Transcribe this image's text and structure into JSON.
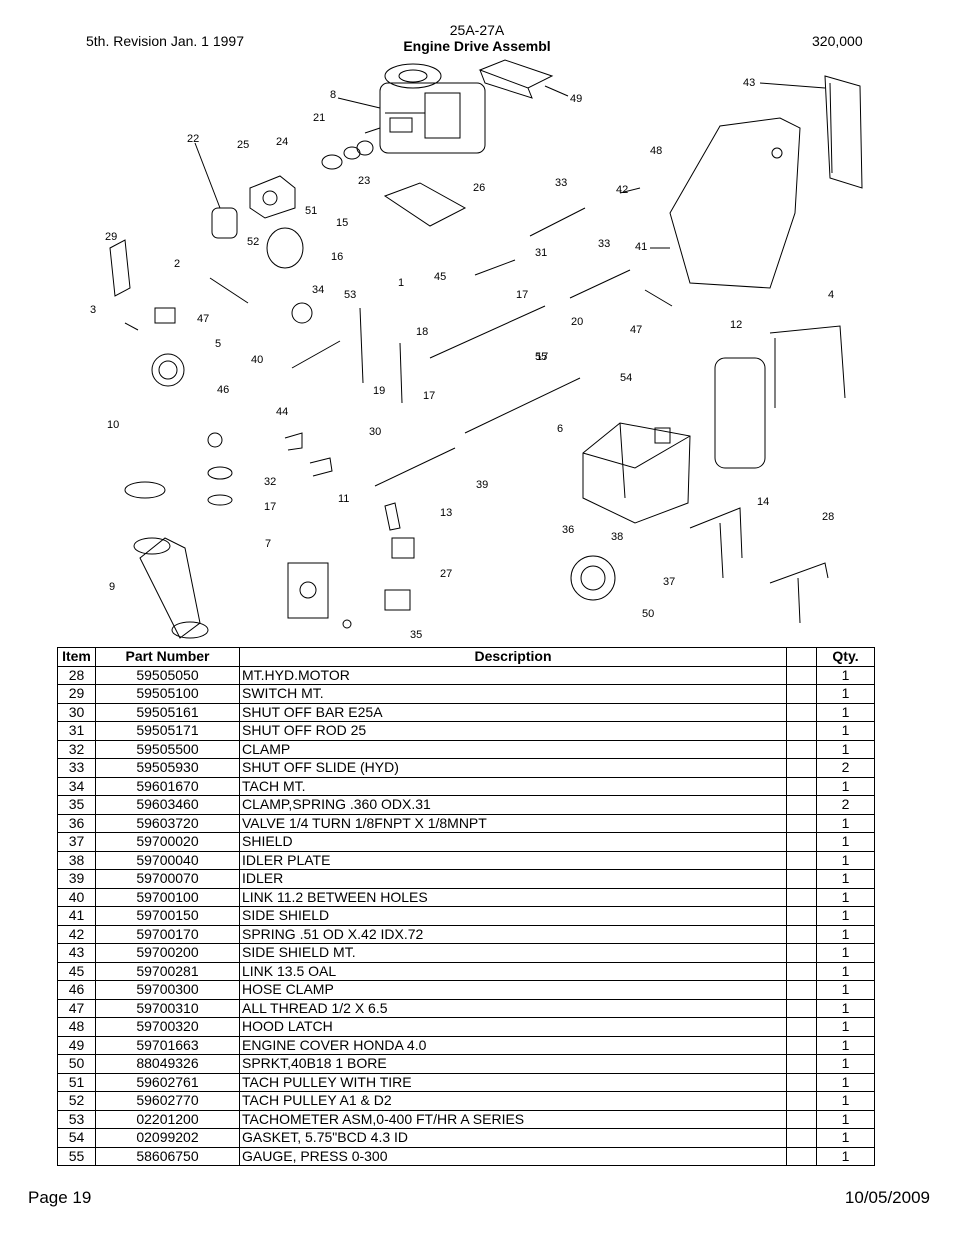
{
  "header": {
    "revision": "5th. Revision Jan. 1 1997",
    "model": "25A-27A",
    "title": "Engine Drive Assembl",
    "serial": "320,000"
  },
  "diagram_labels": [
    "8",
    "49",
    "43",
    "21",
    "22",
    "25",
    "24",
    "23",
    "26",
    "33",
    "48",
    "42",
    "51",
    "15",
    "16",
    "29",
    "52",
    "2",
    "45",
    "17",
    "31",
    "33",
    "41",
    "1",
    "34",
    "53",
    "3",
    "47",
    "4",
    "5",
    "18",
    "20",
    "47",
    "12",
    "40",
    "19",
    "17",
    "17",
    "55",
    "46",
    "44",
    "30",
    "6",
    "54",
    "10",
    "32",
    "11",
    "17",
    "39",
    "13",
    "14",
    "28",
    "7",
    "36",
    "38",
    "27",
    "9",
    "37",
    "35",
    "50"
  ],
  "table": {
    "headers": {
      "item": "Item",
      "part": "Part Number",
      "description": "Description",
      "blank": "",
      "qty": "Qty."
    },
    "rows": [
      {
        "item": "28",
        "part": "59505050",
        "description": "MT.HYD.MOTOR",
        "qty": "1"
      },
      {
        "item": "29",
        "part": "59505100",
        "description": "SWITCH MT.",
        "qty": "1"
      },
      {
        "item": "30",
        "part": "59505161",
        "description": "SHUT OFF BAR E25A",
        "qty": "1"
      },
      {
        "item": "31",
        "part": "59505171",
        "description": "SHUT OFF ROD 25",
        "qty": "1"
      },
      {
        "item": "32",
        "part": "59505500",
        "description": "CLAMP",
        "qty": "1"
      },
      {
        "item": "33",
        "part": "59505930",
        "description": "SHUT OFF SLIDE (HYD)",
        "qty": "2"
      },
      {
        "item": "34",
        "part": "59601670",
        "description": "TACH MT.",
        "qty": "1"
      },
      {
        "item": "35",
        "part": "59603460",
        "description": "CLAMP,SPRING .360 ODX.31",
        "qty": "2"
      },
      {
        "item": "36",
        "part": "59603720",
        "description": "VALVE 1/4 TURN 1/8FNPT X 1/8MNPT",
        "qty": "1"
      },
      {
        "item": "37",
        "part": "59700020",
        "description": "SHIELD",
        "qty": "1"
      },
      {
        "item": "38",
        "part": "59700040",
        "description": "IDLER PLATE",
        "qty": "1"
      },
      {
        "item": "39",
        "part": "59700070",
        "description": "IDLER",
        "qty": "1"
      },
      {
        "item": "40",
        "part": "59700100",
        "description": "LINK 11.2 BETWEEN HOLES",
        "qty": "1"
      },
      {
        "item": "41",
        "part": "59700150",
        "description": "SIDE SHIELD",
        "qty": "1"
      },
      {
        "item": "42",
        "part": "59700170",
        "description": "SPRING .51 OD X.42 IDX.72",
        "qty": "1"
      },
      {
        "item": "43",
        "part": "59700200",
        "description": "SIDE SHIELD MT.",
        "qty": "1"
      },
      {
        "item": "45",
        "part": "59700281",
        "description": "LINK  13.5 OAL",
        "qty": "1"
      },
      {
        "item": "46",
        "part": "59700300",
        "description": "HOSE CLAMP",
        "qty": "1"
      },
      {
        "item": "47",
        "part": "59700310",
        "description": "ALL THREAD 1/2 X 6.5",
        "qty": "1"
      },
      {
        "item": "48",
        "part": "59700320",
        "description": "HOOD LATCH",
        "qty": "1"
      },
      {
        "item": "49",
        "part": "59701663",
        "description": "ENGINE COVER HONDA 4.0",
        "qty": "1"
      },
      {
        "item": "50",
        "part": "88049326",
        "description": "SPRKT,40B18 1 BORE",
        "qty": "1"
      },
      {
        "item": "51",
        "part": "59602761",
        "description": "TACH PULLEY WITH TIRE",
        "qty": "1"
      },
      {
        "item": "52",
        "part": "59602770",
        "description": "TACH PULLEY A1 & D2",
        "qty": "1"
      },
      {
        "item": "53",
        "part": "02201200",
        "description": "TACHOMETER ASM,0-400 FT/HR A SERIES",
        "qty": "1"
      },
      {
        "item": "54",
        "part": "02099202",
        "description": "GASKET, 5.75\"BCD 4.3 ID",
        "qty": "1"
      },
      {
        "item": "55",
        "part": "58606750",
        "description": "GAUGE, PRESS 0-300",
        "qty": "1"
      }
    ]
  },
  "footer": {
    "page": "Page 19",
    "date": "10/05/2009"
  }
}
